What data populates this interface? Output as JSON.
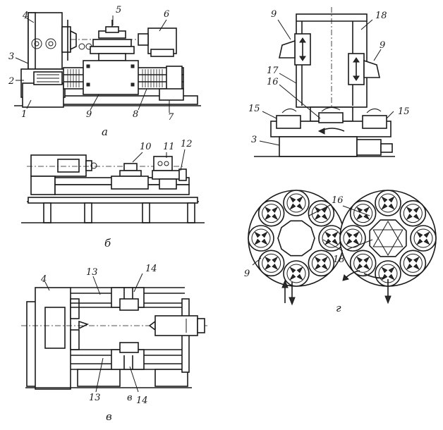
{
  "panels": {
    "a": {
      "caption": "а",
      "callouts": [
        "1",
        "2",
        "3",
        "4",
        "5",
        "6",
        "7",
        "8",
        "9"
      ]
    },
    "b": {
      "caption": "б",
      "callouts": [
        "10",
        "11",
        "12"
      ]
    },
    "v": {
      "caption": "в",
      "callouts": [
        "4",
        "13",
        "14",
        "13",
        "в",
        "14"
      ]
    },
    "d": {
      "callouts": [
        "9",
        "18",
        "17",
        "16",
        "9",
        "15",
        "15",
        "3"
      ]
    },
    "g": {
      "caption": "г",
      "callouts": [
        "16",
        "18",
        "9"
      ]
    }
  }
}
